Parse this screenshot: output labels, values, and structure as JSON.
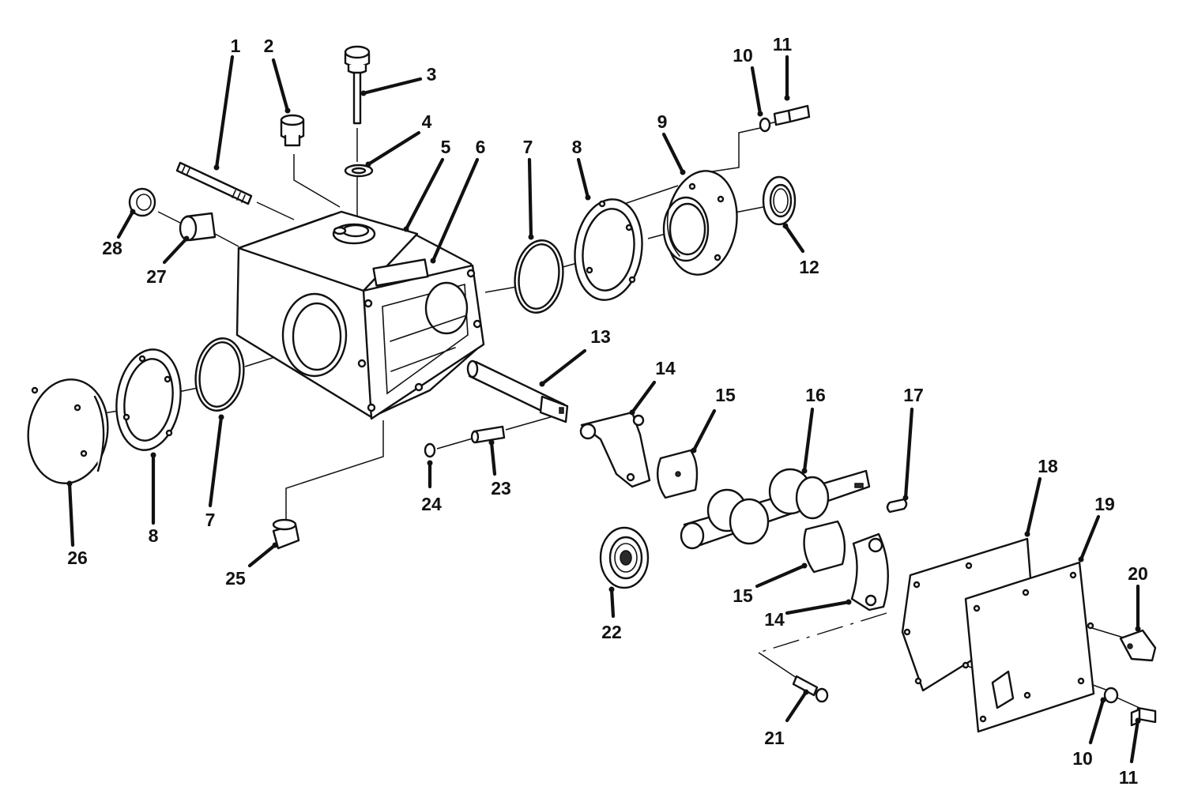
{
  "callouts": [
    {
      "id": "c1",
      "text": "1"
    },
    {
      "id": "c2",
      "text": "2"
    },
    {
      "id": "c3",
      "text": "3"
    },
    {
      "id": "c4",
      "text": "4"
    },
    {
      "id": "c5",
      "text": "5"
    },
    {
      "id": "c6",
      "text": "6"
    },
    {
      "id": "c7a",
      "text": "7"
    },
    {
      "id": "c8a",
      "text": "8"
    },
    {
      "id": "c9",
      "text": "9"
    },
    {
      "id": "c10a",
      "text": "10"
    },
    {
      "id": "c11a",
      "text": "11"
    },
    {
      "id": "c12",
      "text": "12"
    },
    {
      "id": "c13",
      "text": "13"
    },
    {
      "id": "c14a",
      "text": "14"
    },
    {
      "id": "c15a",
      "text": "15"
    },
    {
      "id": "c16",
      "text": "16"
    },
    {
      "id": "c17",
      "text": "17"
    },
    {
      "id": "c18",
      "text": "18"
    },
    {
      "id": "c19",
      "text": "19"
    },
    {
      "id": "c20",
      "text": "20"
    },
    {
      "id": "c21",
      "text": "21"
    },
    {
      "id": "c22",
      "text": "22"
    },
    {
      "id": "c23",
      "text": "23"
    },
    {
      "id": "c24",
      "text": "24"
    },
    {
      "id": "c25",
      "text": "25"
    },
    {
      "id": "c26",
      "text": "26"
    },
    {
      "id": "c8b",
      "text": "8"
    },
    {
      "id": "c7b",
      "text": "7"
    },
    {
      "id": "c27",
      "text": "27"
    },
    {
      "id": "c28",
      "text": "28"
    },
    {
      "id": "c15b",
      "text": "15"
    },
    {
      "id": "c14b",
      "text": "14"
    },
    {
      "id": "c10b",
      "text": "10"
    },
    {
      "id": "c11b",
      "text": "11"
    }
  ]
}
